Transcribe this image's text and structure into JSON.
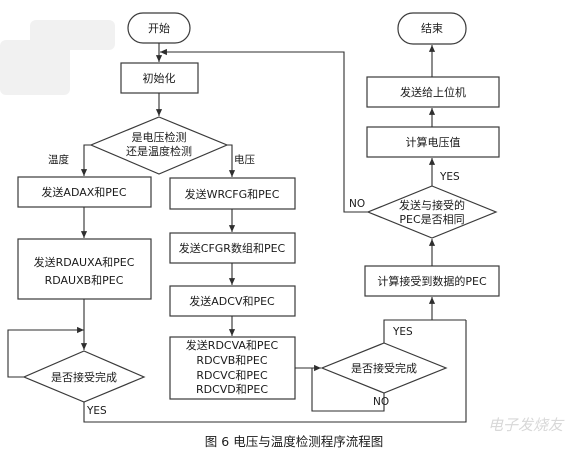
{
  "nodes": {
    "start": "开始",
    "end": "结束",
    "init": "初始化",
    "choice_l1": "是电压检测",
    "choice_l2": "还是温度检测",
    "send_adax": "发送ADAX和PEC",
    "send_rdauxa_l1": "发送RDAUXA和PEC",
    "send_rdauxa_l2": "RDAUXB和PEC",
    "recv_done_left": "是否接受完成",
    "send_wrcfg": "发送WRCFG和PEC",
    "send_cfgr": "发送CFGR数组和PEC",
    "send_adcv": "发送ADCV和PEC",
    "send_rdcv_l1": "发送RDCVA和PEC",
    "send_rdcv_l2": "RDCVB和PEC",
    "send_rdcv_l3": "RDCVC和PEC",
    "send_rdcv_l4": "RDCVD和PEC",
    "recv_done_right": "是否接受完成",
    "calc_pec": "计算接受到数据的PEC",
    "pec_same_l1": "发送与接受的",
    "pec_same_l2": "PEC是否相同",
    "calc_voltage": "计算电压值",
    "send_host": "发送给上位机"
  },
  "labels": {
    "temp": "温度",
    "volt": "电压",
    "yes_left": "YES",
    "yes_right": "YES",
    "no_right": "NO",
    "yes_pec": "YES",
    "no_pec": "NO"
  },
  "caption": "图 6   电压与温度检测程序流程图",
  "watermark": "电子发烧友"
}
